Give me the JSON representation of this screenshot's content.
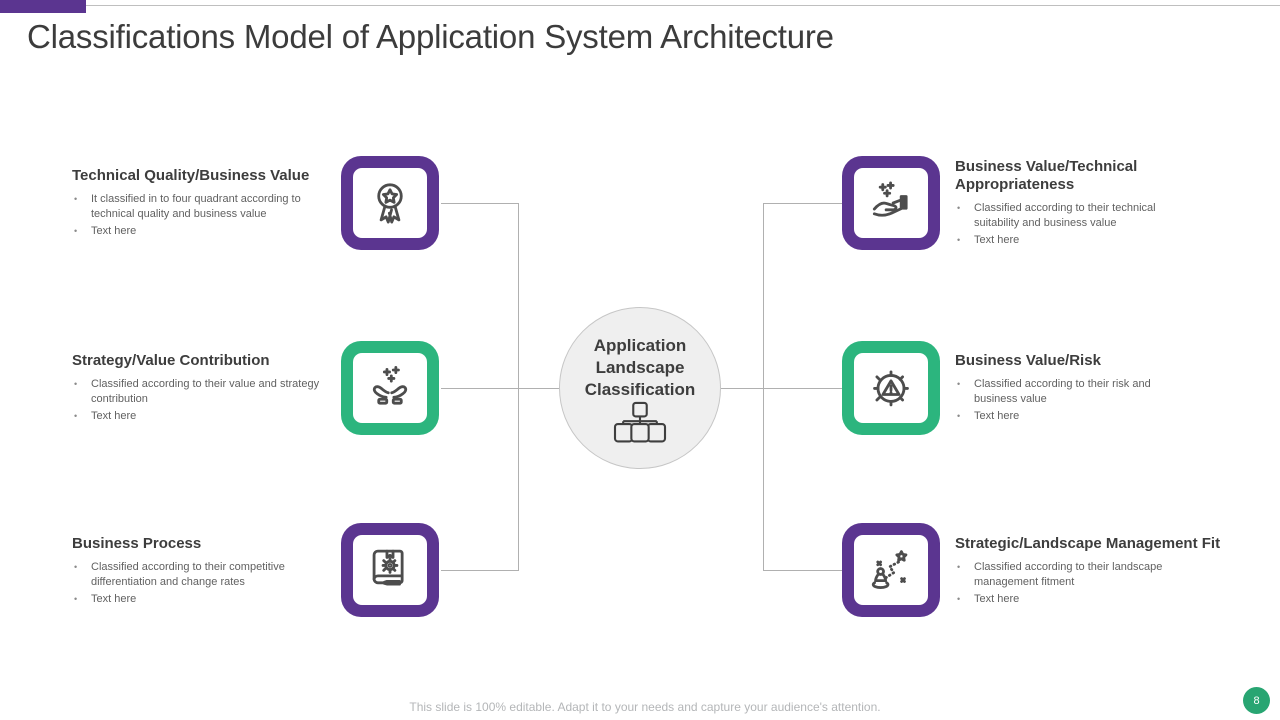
{
  "slide": {
    "title": "Classifications Model of Application System Architecture",
    "footer_note": "This slide is 100% editable. Adapt it to your needs and capture your audience's attention.",
    "page_number": "8"
  },
  "center": {
    "label": "Application Landscape Classification",
    "icon": "hierarchy-icon"
  },
  "items": [
    {
      "side": "left",
      "accent": "purple",
      "icon": "award-medal-icon",
      "heading": "Technical Quality/Business Value",
      "bullets": [
        "It classified in to four quadrant according to technical quality and business value",
        "Text here"
      ]
    },
    {
      "side": "left",
      "accent": "green",
      "icon": "hands-sparkles-icon",
      "heading": "Strategy/Value Contribution",
      "bullets": [
        "Classified according to their value and strategy contribution",
        "Text here"
      ]
    },
    {
      "side": "left",
      "accent": "purple",
      "icon": "book-gear-icon",
      "heading": "Business Process",
      "bullets": [
        "Classified according to their competitive differentiation and change rates",
        "Text here"
      ]
    },
    {
      "side": "right",
      "accent": "purple",
      "icon": "hand-holding-box-icon",
      "heading": "Business Value/Technical Appropriateness",
      "bullets": [
        "Classified according to their technical suitability and business value",
        "Text here"
      ]
    },
    {
      "side": "right",
      "accent": "green",
      "icon": "gear-warning-icon",
      "heading": "Business Value/Risk",
      "bullets": [
        "Classified according to their risk and business value",
        "Text here"
      ]
    },
    {
      "side": "right",
      "accent": "purple",
      "icon": "pawn-path-star-icon",
      "heading": "Strategic/Landscape Management Fit",
      "bullets": [
        "Classified according to their landscape management fitment",
        "Text here"
      ]
    }
  ],
  "colors": {
    "purple": "#5b3590",
    "green": "#2cb57e",
    "badge_green": "#28a572",
    "connector": "#b0b0b0",
    "title_text": "#3c3c3c",
    "body_text": "#616161",
    "footer_text": "#b4b6b8",
    "hub_fill": "#efefef"
  }
}
